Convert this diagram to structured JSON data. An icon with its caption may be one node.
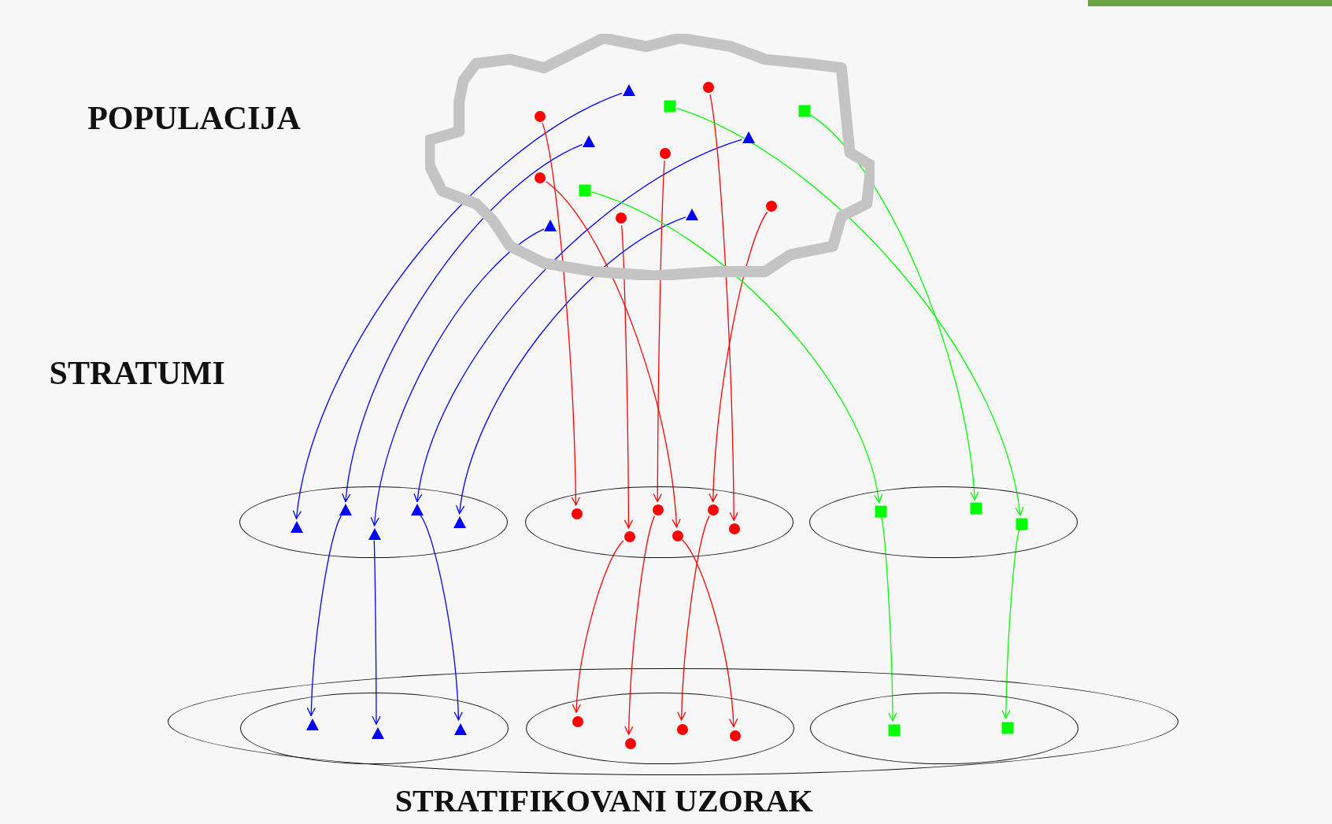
{
  "diagram": {
    "nodes": [
      {
        "text": [],
        "shape": "cloud"
      },
      {
        "text": [],
        "shape": "circle",
        "in": 0
      },
      {
        "text": [],
        "shape": "triangle",
        "in": 0
      },
      {
        "text": [],
        "shape": "square",
        "in": 0
      },
      {
        "text": [],
        "shape": "square",
        "in": 0
      },
      {
        "text": [],
        "shape": "circle",
        "in": 0
      },
      {
        "text": [],
        "shape": "triangle",
        "in": 0
      },
      {
        "text": [],
        "shape": "triangle",
        "in": 0
      },
      {
        "text": [],
        "shape": "circle",
        "in": 0
      },
      {
        "text": [],
        "shape": "circle",
        "in": 0
      },
      {
        "text": [],
        "shape": "square",
        "in": 0
      },
      {
        "text": [],
        "shape": "circle",
        "in": 0
      },
      {
        "text": [],
        "shape": "triangle",
        "in": 0
      },
      {
        "text": [],
        "shape": "circle",
        "in": 0
      },
      {
        "text": [],
        "shape": "triangle",
        "in": 0
      },
      {
        "text": [],
        "shape": "ellipse"
      },
      {
        "text": [],
        "shape": "ellipse"
      },
      {
        "text": [],
        "shape": "ellipse"
      },
      {
        "text": [],
        "shape": "triangle",
        "in": 15
      },
      {
        "text": [],
        "shape": "triangle",
        "in": 15
      },
      {
        "text": [],
        "shape": "triangle",
        "in": 15
      },
      {
        "text": [],
        "shape": "triangle",
        "in": 15
      },
      {
        "text": [],
        "shape": "triangle",
        "in": 15
      },
      {
        "text": [],
        "shape": "circle",
        "in": 16
      },
      {
        "text": [],
        "shape": "circle",
        "in": 16
      },
      {
        "text": [],
        "shape": "circle",
        "in": 16
      },
      {
        "text": [],
        "shape": "circle",
        "in": 16
      },
      {
        "text": [],
        "shape": "circle",
        "in": 16
      },
      {
        "text": [],
        "shape": "circle",
        "in": 16
      },
      {
        "text": [],
        "shape": "square",
        "in": 17
      },
      {
        "text": [],
        "shape": "square",
        "in": 17
      },
      {
        "text": [],
        "shape": "square",
        "in": 17
      },
      {
        "text": [],
        "shape": "ellipse"
      },
      {
        "text": [],
        "shape": "ellipse",
        "in": 32
      },
      {
        "text": [],
        "shape": "ellipse",
        "in": 32
      },
      {
        "text": [],
        "shape": "ellipse",
        "in": 32
      },
      {
        "text": [],
        "shape": "triangle",
        "in": 33
      },
      {
        "text": [],
        "shape": "triangle",
        "in": 33
      },
      {
        "text": [],
        "shape": "triangle",
        "in": 33
      },
      {
        "text": [],
        "shape": "circle",
        "in": 34
      },
      {
        "text": [],
        "shape": "circle",
        "in": 34
      },
      {
        "text": [],
        "shape": "circle",
        "in": 34
      },
      {
        "text": [],
        "shape": "circle",
        "in": 34
      },
      {
        "text": [],
        "shape": "square",
        "in": 35
      },
      {
        "text": [],
        "shape": "square",
        "in": 35
      }
    ],
    "edges": [
      {
        "from": 2,
        "to": 18,
        "arrow": "to",
        "color": "#0000ff"
      },
      {
        "from": 7,
        "to": 19,
        "arrow": "to",
        "color": "#0000ff"
      },
      {
        "from": 14,
        "to": 20,
        "arrow": "to",
        "color": "#0000ff"
      },
      {
        "from": 6,
        "to": 21,
        "arrow": "to",
        "color": "#0000ff"
      },
      {
        "from": 12,
        "to": 22,
        "arrow": "to",
        "color": "#0000ff"
      },
      {
        "from": 5,
        "to": 23,
        "arrow": "to"
      },
      {
        "from": 13,
        "to": 24,
        "arrow": "to"
      },
      {
        "from": 8,
        "to": 25,
        "arrow": "to"
      },
      {
        "from": 9,
        "to": 26,
        "arrow": "to"
      },
      {
        "from": 11,
        "to": 27,
        "arrow": "to"
      },
      {
        "from": 1,
        "to": 28,
        "arrow": "to"
      },
      {
        "from": 10,
        "to": 29,
        "arrow": "to",
        "color": "#00ff00"
      },
      {
        "from": 4,
        "to": 30,
        "arrow": "to",
        "color": "#00ff00"
      },
      {
        "from": 3,
        "to": 31,
        "arrow": "to",
        "color": "#00ff00"
      },
      {
        "from": 19,
        "to": 36,
        "arrow": "to",
        "color": "#0000ff"
      },
      {
        "from": 20,
        "to": 37,
        "arrow": "to",
        "color": "#0000ff"
      },
      {
        "from": 21,
        "to": 38,
        "arrow": "to",
        "color": "#0000ff"
      },
      {
        "from": 24,
        "to": 39,
        "arrow": "to"
      },
      {
        "from": 25,
        "to": 40,
        "arrow": "to"
      },
      {
        "from": 26,
        "to": 42,
        "arrow": "to"
      },
      {
        "from": 27,
        "to": 41,
        "arrow": "to"
      },
      {
        "from": 29,
        "to": 43,
        "arrow": "to",
        "color": "#00ff00"
      },
      {
        "from": 31,
        "to": 44,
        "arrow": "to",
        "color": "#00ff00"
      }
    ],
    "labels": [
      "POPULACIJA",
      "STRATUMI",
      "STRATIFIKOVANI UZORAK"
    ]
  }
}
